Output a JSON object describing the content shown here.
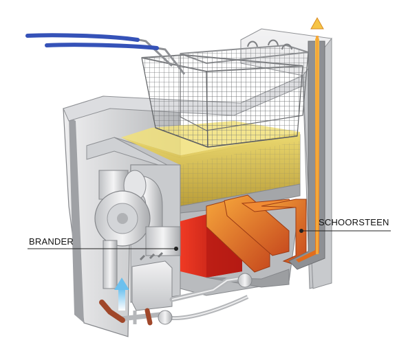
{
  "labels": {
    "burner": "BRANDER",
    "chimney": "SCHOORSTEEN"
  },
  "colors": {
    "background": "#ffffff",
    "steel_light": "#d9dadc",
    "steel_mid": "#b9bbbe",
    "steel_dark": "#8e9094",
    "oil": "#d8c04a",
    "flame_red": "#d8231b",
    "flue_orange": "#e8772a",
    "handle_blue": "#3552b8",
    "valve_copper": "#a0472a",
    "air_arrow_blue": "#7ec9f0",
    "callout_line": "#222222"
  },
  "icons": {
    "fryer": "deep-fryer-cutaway",
    "exhaust": "exhaust-arrow-icon",
    "air_intake": "air-intake-arrow-icon"
  }
}
